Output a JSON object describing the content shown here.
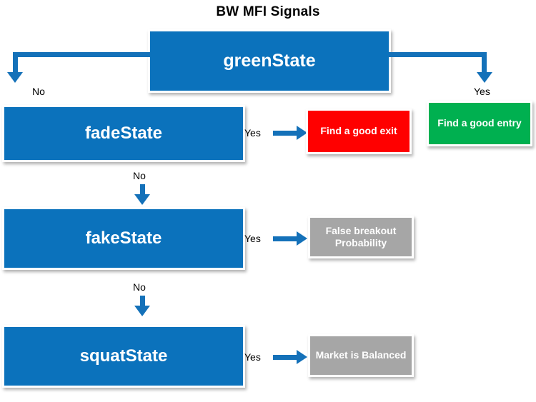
{
  "title": "BW MFI Signals",
  "nodes": {
    "green_state": {
      "label": "greenState",
      "color": "#0B72BC"
    },
    "fade_state": {
      "label": "fadeState",
      "color": "#0B72BC"
    },
    "fake_state": {
      "label": "fakeState",
      "color": "#0B72BC"
    },
    "squat_state": {
      "label": "squatState",
      "color": "#0B72BC"
    },
    "find_good_entry": {
      "label": "Find a good entry",
      "color": "#00B050"
    },
    "find_good_exit": {
      "label": "Find a good exit",
      "color": "#FF0000"
    },
    "false_breakout": {
      "label": "False breakout Probability",
      "color": "#A6A6A6"
    },
    "market_balanced": {
      "label": "Market is Balanced",
      "color": "#A6A6A6"
    }
  },
  "edges": {
    "green_no": "No",
    "green_yes": "Yes",
    "fade_yes": "Yes",
    "fade_no": "No",
    "fake_yes": "Yes",
    "fake_no": "No",
    "squat_yes": "Yes"
  },
  "colors": {
    "connector": "#1471B9",
    "state_blue": "#0B72BC",
    "success_green": "#00B050",
    "danger_red": "#FF0000",
    "neutral_gray": "#A6A6A6",
    "background": "#FFFFFF",
    "text_dark": "#000000"
  }
}
